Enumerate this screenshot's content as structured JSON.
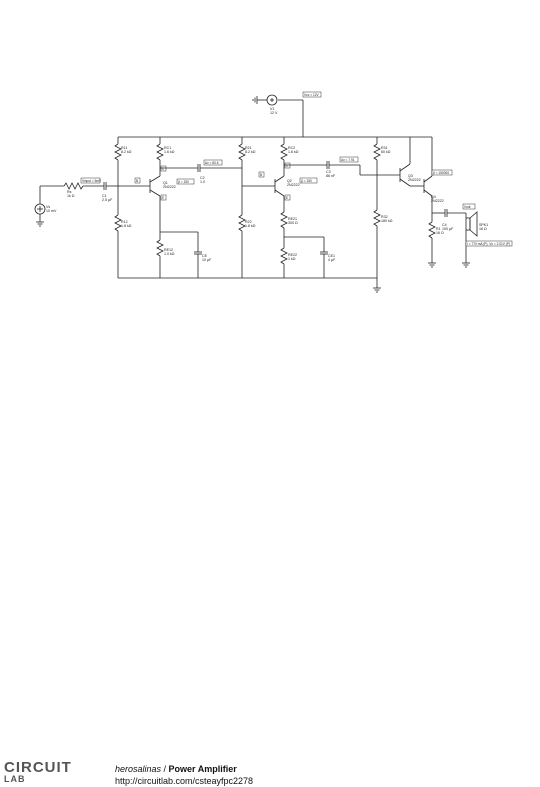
{
  "diagram": {
    "labels": {
      "vs": "Vs",
      "vs_val": "10 mV",
      "rs": "Rs",
      "rs_val": "1k Ω",
      "vinput_tag": "Vinput = 5mV",
      "c1": "C1",
      "c1_val": "2.5 µF",
      "rc1": "RC1",
      "rc1_val": "1.6 kΩ",
      "r11": "R11",
      "r11_val": "8.2 kΩ",
      "r12": "R12",
      "r12_val": "1.8 kΩ",
      "re12": "RE12",
      "re12_val": "1.0 kΩ",
      "ce": "CE",
      "ce_val": "10 µF",
      "q1": "Q1",
      "q1_model": "2N2222",
      "b_tag": "B",
      "c_tag": "C",
      "e_tag": "E",
      "beta1_tag": "β = 150",
      "av1_tag": "Av = 80.6",
      "c2": "C2",
      "c2_val": "1.0",
      "r21": "R21",
      "r21_val": "8.2 kΩ",
      "r22": "R22",
      "r22_val": "1.8 kΩ",
      "rc2": "RC2",
      "rc2_val": "1.6 kΩ",
      "re21": "RE21",
      "re21_val": "300 Ω",
      "re22": "RE22",
      "re22_val": "1 kΩ",
      "ce1": "CE1",
      "ce1_val": "4 µF",
      "q2": "Q2",
      "q2_model": "2N2222",
      "beta2_tag": "β = 150",
      "av2_tag": "Av = 7.91",
      "c3": "C3",
      "c3_val": "86 nF",
      "v1": "V1",
      "v1_val": "12 V",
      "vcc_tag": "Vcc = 12V",
      "r31": "R31",
      "r31_val": "60 kΩ",
      "r32": "R32",
      "r32_val": "180 kΩ",
      "q3": "Q3",
      "q3_model": "2N2222",
      "q4": "Q4",
      "q4_model": "2N2222",
      "beta3_tag": "β = 150000",
      "r1": "R1",
      "r1_val": "16 Ω",
      "c4": "C4",
      "c4_val": "100 µF",
      "vout_tag": "Vout",
      "spk": "SPK1",
      "spk_val": "16 Ω",
      "pout_tag": "I = 770 mA (P), Vo = 2.01V (P)"
    }
  },
  "footer": {
    "logo_line1": "CIRCUIT",
    "logo_line2": "LAB",
    "author": "herosalinas",
    "separator": " / ",
    "title": "Power Amplifier",
    "url": "http://circuitlab.com/csteayfpc2278"
  }
}
